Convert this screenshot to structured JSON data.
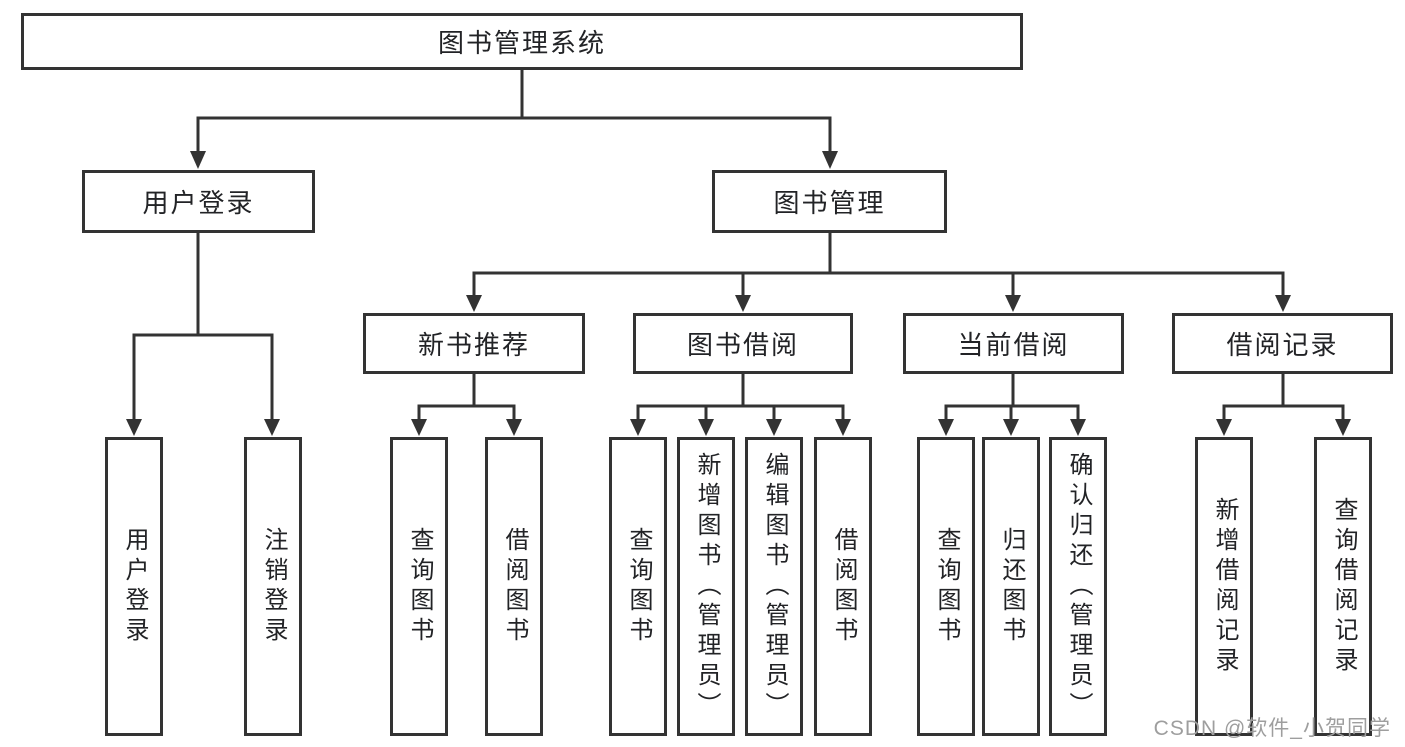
{
  "diagram": {
    "root": {
      "label": "图书管理系统"
    },
    "branches": {
      "user_login": {
        "label": "用户登录",
        "children": {
          "login": {
            "label": "用户登录"
          },
          "logout": {
            "label": "注销登录"
          }
        }
      },
      "book_management": {
        "label": "图书管理",
        "sections": {
          "new_book_recommend": {
            "label": "新书推荐",
            "children": {
              "query_books": {
                "label": "查询图书"
              },
              "borrow_books": {
                "label": "借阅图书"
              }
            }
          },
          "book_borrow": {
            "label": "图书借阅",
            "children": {
              "query_books": {
                "label": "查询图书"
              },
              "add_book_admin": {
                "label": "新增图书（管理员）"
              },
              "edit_book_admin": {
                "label": "编辑图书（管理员）"
              },
              "borrow_book": {
                "label": "借阅图书"
              }
            }
          },
          "current_borrow": {
            "label": "当前借阅",
            "children": {
              "query_books": {
                "label": "查询图书"
              },
              "return_book": {
                "label": "归还图书"
              },
              "confirm_return_admin": {
                "label": "确认归还（管理员）"
              }
            }
          },
          "borrow_records": {
            "label": "借阅记录",
            "children": {
              "add_borrow_record": {
                "label": "新增借阅记录"
              },
              "query_borrow_record": {
                "label": "查询借阅记录"
              }
            }
          }
        }
      }
    }
  },
  "watermark": {
    "text": "CSDN @软件_小贺同学"
  },
  "colors": {
    "line": "#333333",
    "text": "#222326",
    "watermark": "#9e9e9e",
    "background": "#ffffff"
  }
}
